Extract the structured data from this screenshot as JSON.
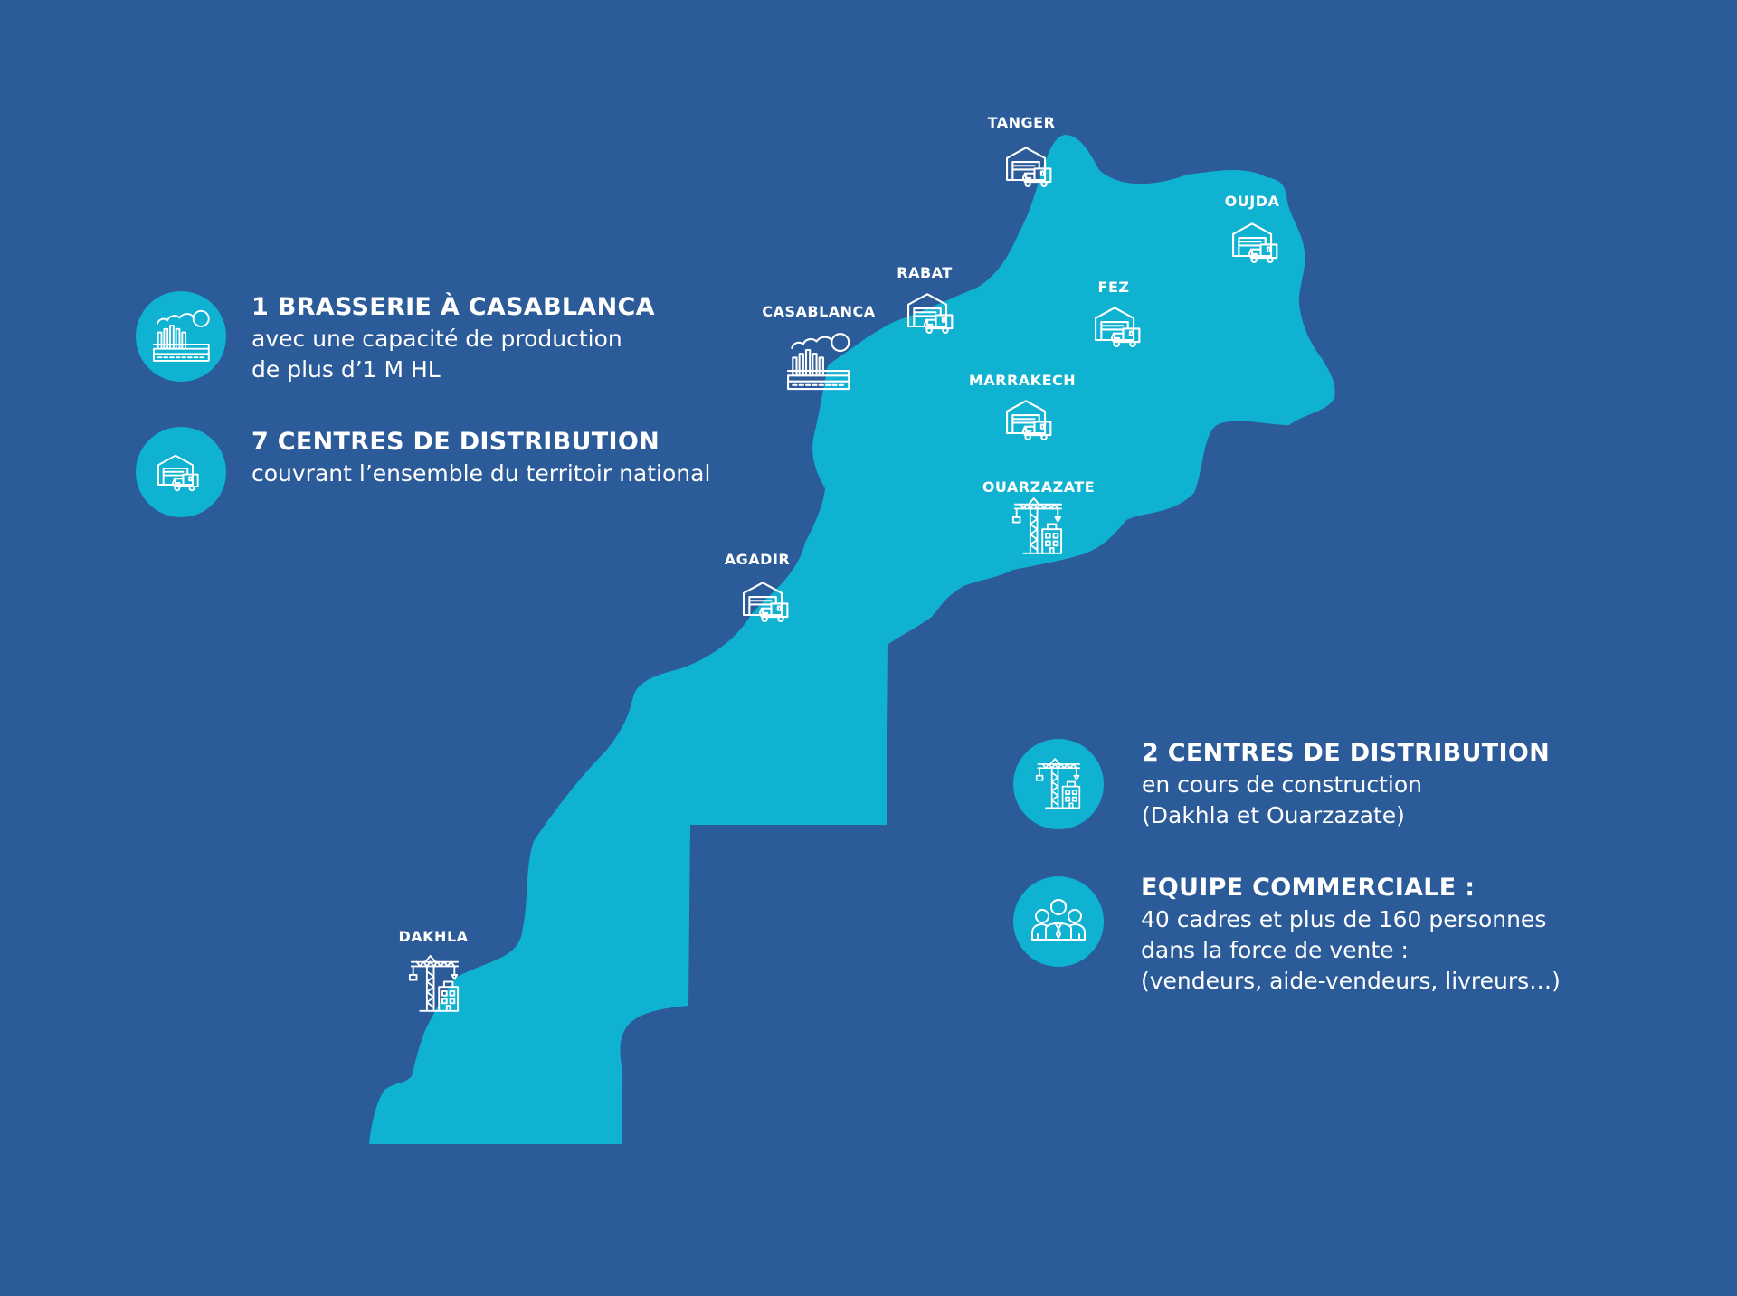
{
  "colors": {
    "background": "#2b5b98",
    "land": "#10b2d1",
    "icon_circle": "#10b2d1",
    "text": "#ffffff"
  },
  "cities": [
    {
      "key": "tanger",
      "label": "TANGER",
      "icon": "warehouse-truck-icon"
    },
    {
      "key": "oujda",
      "label": "OUJDA",
      "icon": "warehouse-truck-icon"
    },
    {
      "key": "rabat",
      "label": "RABAT",
      "icon": "warehouse-truck-icon"
    },
    {
      "key": "casablanca",
      "label": "CASABLANCA",
      "icon": "factory-icon"
    },
    {
      "key": "fez",
      "label": "FEZ",
      "icon": "warehouse-truck-icon"
    },
    {
      "key": "marrakech",
      "label": "MARRAKECH",
      "icon": "warehouse-truck-icon"
    },
    {
      "key": "ouarzazate",
      "label": "OUARZAZATE",
      "icon": "construction-crane-icon"
    },
    {
      "key": "agadir",
      "label": "AGADIR",
      "icon": "warehouse-truck-icon"
    },
    {
      "key": "dakhla",
      "label": "DAKHLA",
      "icon": "construction-crane-icon"
    }
  ],
  "legend": {
    "brewery": {
      "icon": "factory-icon",
      "title": "1 BRASSERIE À CASABLANCA",
      "lines": [
        "avec une capacité de production",
        "de plus d’1 M HL"
      ]
    },
    "distribution": {
      "icon": "warehouse-truck-icon",
      "title": "7 CENTRES DE DISTRIBUTION",
      "lines": [
        "couvrant l’ensemble du territoir national"
      ]
    },
    "construction": {
      "icon": "construction-crane-icon",
      "title": "2 CENTRES DE DISTRIBUTION",
      "lines": [
        "en cours de construction",
        "(Dakhla et Ouarzazate)"
      ]
    },
    "team": {
      "icon": "people-group-icon",
      "title": "EQUIPE COMMERCIALE :",
      "lines": [
        "40 cadres et plus de 160 personnes",
        "dans la force de vente :",
        "(vendeurs, aide-vendeurs, livreurs…)"
      ]
    }
  }
}
